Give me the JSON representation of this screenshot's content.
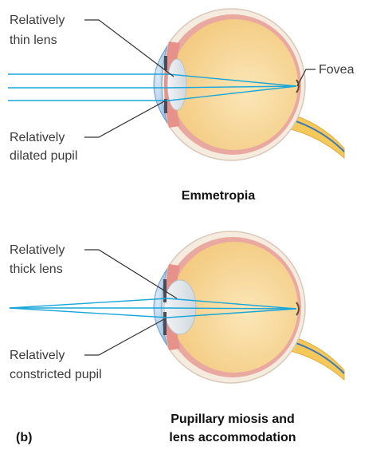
{
  "panel_top": {
    "label_lens": [
      "Relatively",
      "thin lens"
    ],
    "label_pupil": [
      "Relatively",
      "dilated pupil"
    ],
    "label_fovea": "Fovea",
    "caption": "Emmetropia"
  },
  "panel_bottom": {
    "label_lens": [
      "Relatively",
      "thick lens"
    ],
    "label_pupil": [
      "Relatively",
      "constricted pupil"
    ],
    "caption": [
      "Pupillary miosis and",
      "lens accommodation"
    ],
    "panel_letter": "(b)"
  },
  "colors": {
    "ray": "#1aa6d8",
    "vitreous": "#f7d79a",
    "sclera": "#f6ebdf",
    "choroid": "#e9a9a0",
    "cornea": "#9fc9ea",
    "nerve": "#f5c85a"
  }
}
